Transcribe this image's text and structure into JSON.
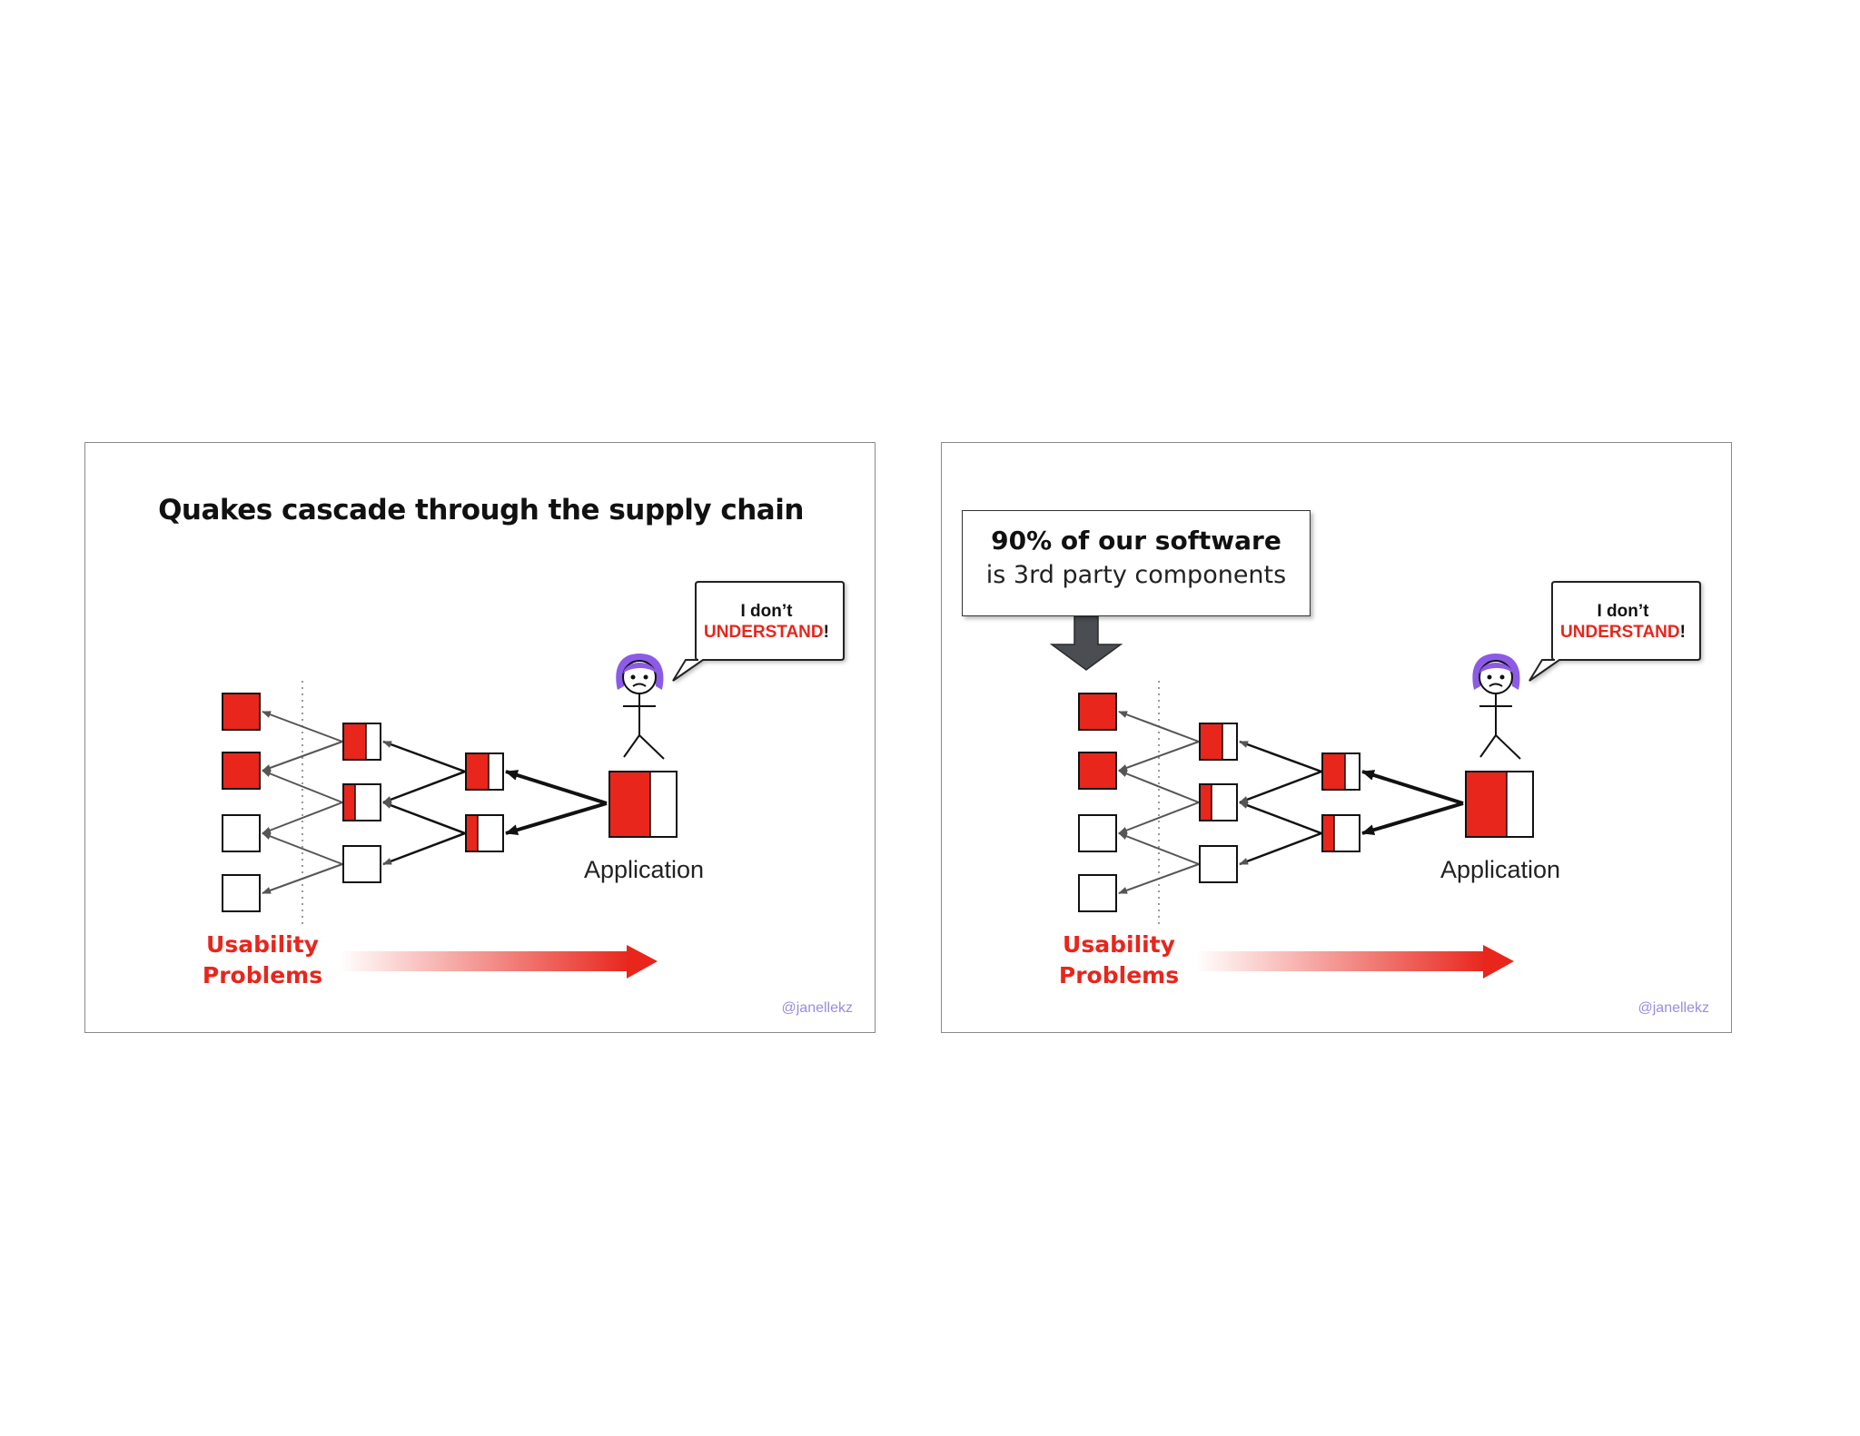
{
  "slides": [
    {
      "title": "Quakes cascade through the supply chain",
      "callout": null,
      "bubble": {
        "line1": "I don’t",
        "line2_red": "UNDERSTAND",
        "line2_tail": "!"
      },
      "application_label": "Application",
      "usability_line1": "Usability",
      "usability_line2": "Problems",
      "handle": "@janellekz"
    },
    {
      "title": "",
      "callout": {
        "line1": "90% of our software",
        "line2": "is 3rd party components"
      },
      "bubble": {
        "line1": "I don’t",
        "line2_red": "UNDERSTAND",
        "line2_tail": "!"
      },
      "application_label": "Application",
      "usability_line1": "Usability",
      "usability_line2": "Problems",
      "handle": "@janellekz"
    }
  ],
  "colors": {
    "red": "#e8261c",
    "hair": "#8c5be6",
    "handle": "#9b8be0",
    "gray_arrow": "#4a4d52"
  },
  "icons": [
    "stick-figure-icon",
    "speech-bubble-icon",
    "down-arrow-icon",
    "right-gradient-arrow-icon"
  ]
}
